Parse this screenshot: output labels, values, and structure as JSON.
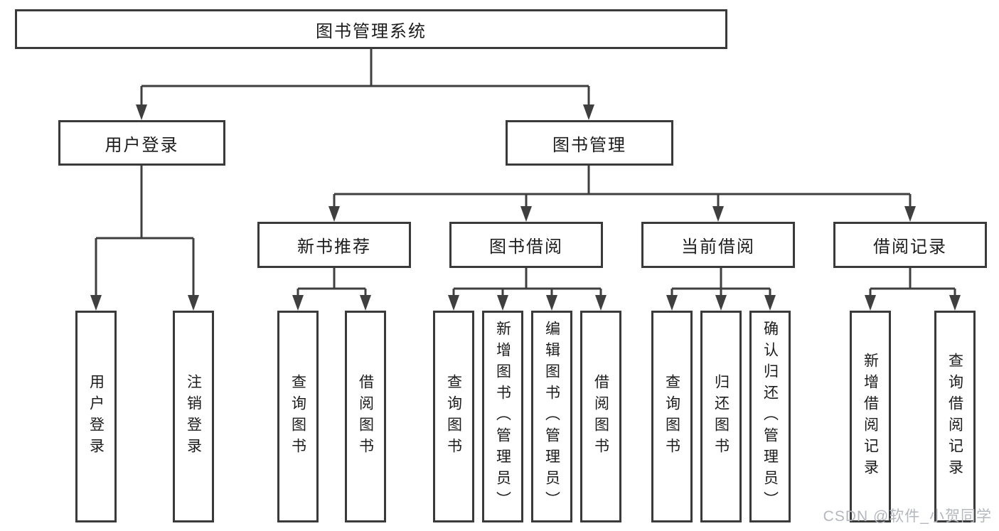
{
  "diagram": {
    "root": {
      "label": "图书管理系统"
    },
    "level2": {
      "user_login": {
        "label": "用户登录"
      },
      "book_mgmt": {
        "label": "图书管理"
      }
    },
    "level3": {
      "new_book_rec": {
        "label": "新书推荐",
        "parent": "图书管理"
      },
      "book_borrow": {
        "label": "图书借阅",
        "parent": "图书管理"
      },
      "current_borrow": {
        "label": "当前借阅",
        "parent": "图书管理"
      },
      "borrow_records": {
        "label": "借阅记录",
        "parent": "图书管理"
      }
    },
    "leaves": {
      "user_login": {
        "label": "用户登录",
        "parent": "用户登录"
      },
      "logout": {
        "label": "注销登录",
        "parent": "用户登录"
      },
      "rec_query_books": {
        "label": "查询图书",
        "parent": "新书推荐"
      },
      "rec_borrow_books": {
        "label": "借阅图书",
        "parent": "新书推荐"
      },
      "bb_query_books": {
        "label": "查询图书",
        "parent": "图书借阅"
      },
      "bb_add_books": {
        "label": "新增图书（管理员）",
        "parent": "图书借阅"
      },
      "bb_edit_books": {
        "label": "编辑图书（管理员）",
        "parent": "图书借阅"
      },
      "bb_borrow_books": {
        "label": "借阅图书",
        "parent": "图书借阅"
      },
      "cb_query_books": {
        "label": "查询图书",
        "parent": "当前借阅"
      },
      "cb_return_books": {
        "label": "归还图书",
        "parent": "当前借阅"
      },
      "cb_confirm_return": {
        "label": "确认归还（管理员）",
        "parent": "当前借阅"
      },
      "br_add_record": {
        "label": "新增借阅记录",
        "parent": "借阅记录"
      },
      "br_query_record": {
        "label": "查询借阅记录",
        "parent": "借阅记录"
      }
    }
  },
  "watermark": {
    "text": "CSDN @软件_小贺同学"
  },
  "colors": {
    "line": "#3f3f3f",
    "box_border": "#3a3a3a",
    "text": "#1c1c1c",
    "watermark": "#b4b8be",
    "background": "#ffffff"
  }
}
